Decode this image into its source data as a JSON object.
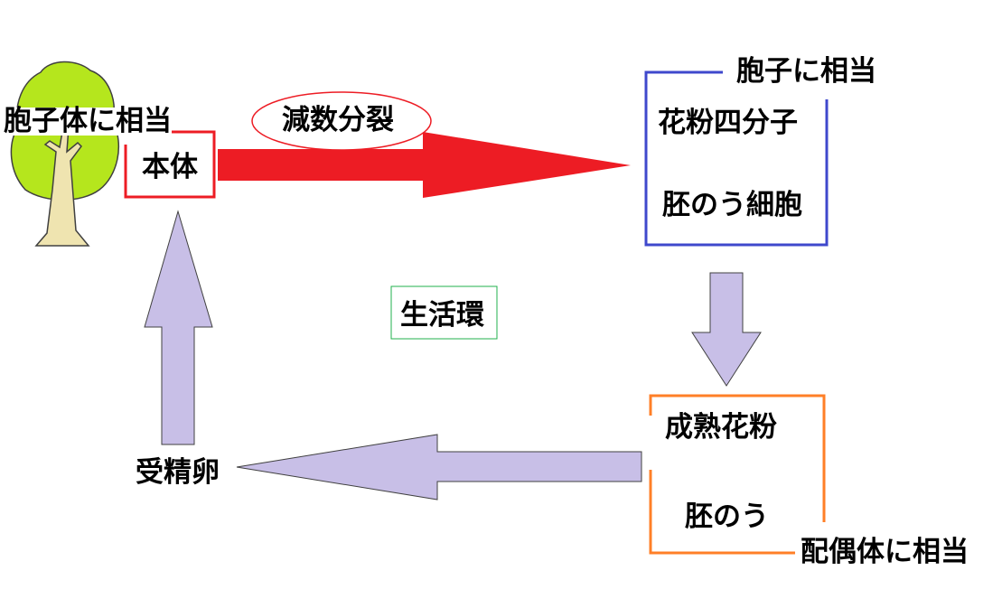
{
  "diagram": {
    "sporophyte_note": "胞子体に相当",
    "main_body": "本体",
    "meiosis": "減数分裂",
    "spore_note": "胞子に相当",
    "pollen_tetrad": "花粉四分子",
    "embryo_sac_cell": "胚のう細胞",
    "life_cycle": "生活環",
    "mature_pollen": "成熟花粉",
    "embryo_sac": "胚のう",
    "gametophyte_note": "配偶体に相当",
    "fertilized_egg": "受精卵"
  },
  "colors": {
    "red": "#ed1c24",
    "blue": "#3f48cc",
    "orange": "#ff7f27",
    "lavender": "#c8bfe7",
    "green": "#22b14c",
    "tree_green": "#b5e61d",
    "trunk": "#efe4b0"
  }
}
